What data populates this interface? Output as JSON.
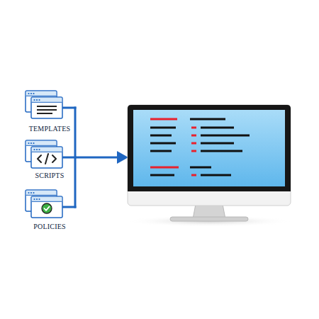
{
  "diagram": {
    "nodes": [
      {
        "text": [
          "TEMPLATES"
        ]
      },
      {
        "text": [
          "SCRIPTS"
        ]
      },
      {
        "text": [
          "POLICIES"
        ]
      }
    ]
  }
}
